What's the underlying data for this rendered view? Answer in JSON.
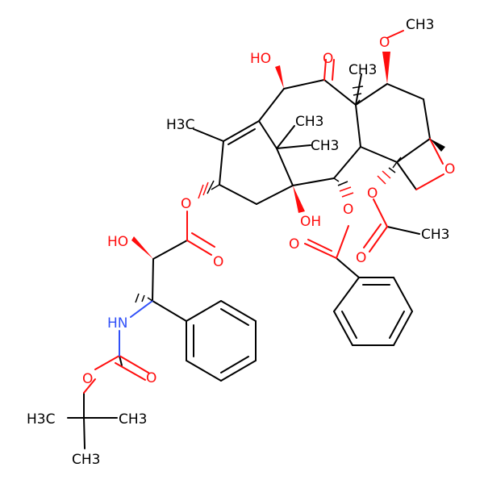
{
  "molecule": {
    "atom_labels": {
      "ho_top": "HO",
      "o_ketone": "O",
      "o_methoxy": "O",
      "ch3_methoxy": "CH3",
      "ch3_c8": "CH3",
      "h3c_left": "H3C",
      "ch3_gem1": "CH3",
      "ch3_gem2": "CH3",
      "o_oxetane": "O",
      "o_ester_side": "O",
      "oh_c1": "OH",
      "o_benzoate": "O",
      "o_acetate": "O",
      "ho_side": "HO",
      "o_carbonyl_side": "O",
      "o_carbonyl_bz": "O",
      "o_carbonyl_ac": "O",
      "ch3_acetyl": "CH3",
      "nh": "HN",
      "o_carbamate": "O",
      "o_carbamate_co": "O",
      "h3c_tbu": "H3C",
      "ch3_tbu_right": "CH3",
      "ch3_tbu_bottom": "CH3"
    },
    "colors": {
      "carbon": "#000000",
      "oxygen": "#ff0d0d",
      "nitrogen": "#3050f8"
    }
  }
}
